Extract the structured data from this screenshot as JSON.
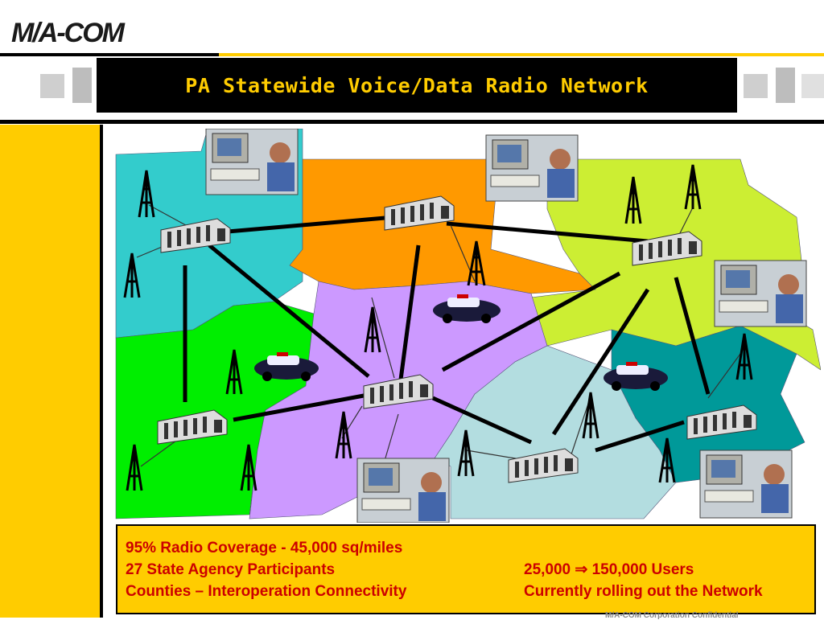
{
  "logo": {
    "text": "M/A-COM"
  },
  "title": "PA Statewide Voice/Data Radio Network",
  "info": {
    "line1_left": "95% Radio Coverage - 45,000 sq/miles",
    "line2_left": "27 State Agency Participants",
    "line2_right": "25,000 ⇒ 150,000 Users",
    "line3_left": "Counties – Interoperation Connectivity",
    "line3_right": "Currently rolling out the Network"
  },
  "footer": "M/A-COM Corporation Confidential",
  "colors": {
    "accent_yellow": "#ffcc00",
    "title_text": "#ffcc00",
    "info_text": "#cc0000",
    "region_cyan": "#33cccc",
    "region_orange": "#ff9900",
    "region_lime": "#ccee33",
    "region_green": "#00ee00",
    "region_purple": "#cc99ff",
    "region_lightblue": "#b3dde0",
    "region_teal": "#009999"
  }
}
